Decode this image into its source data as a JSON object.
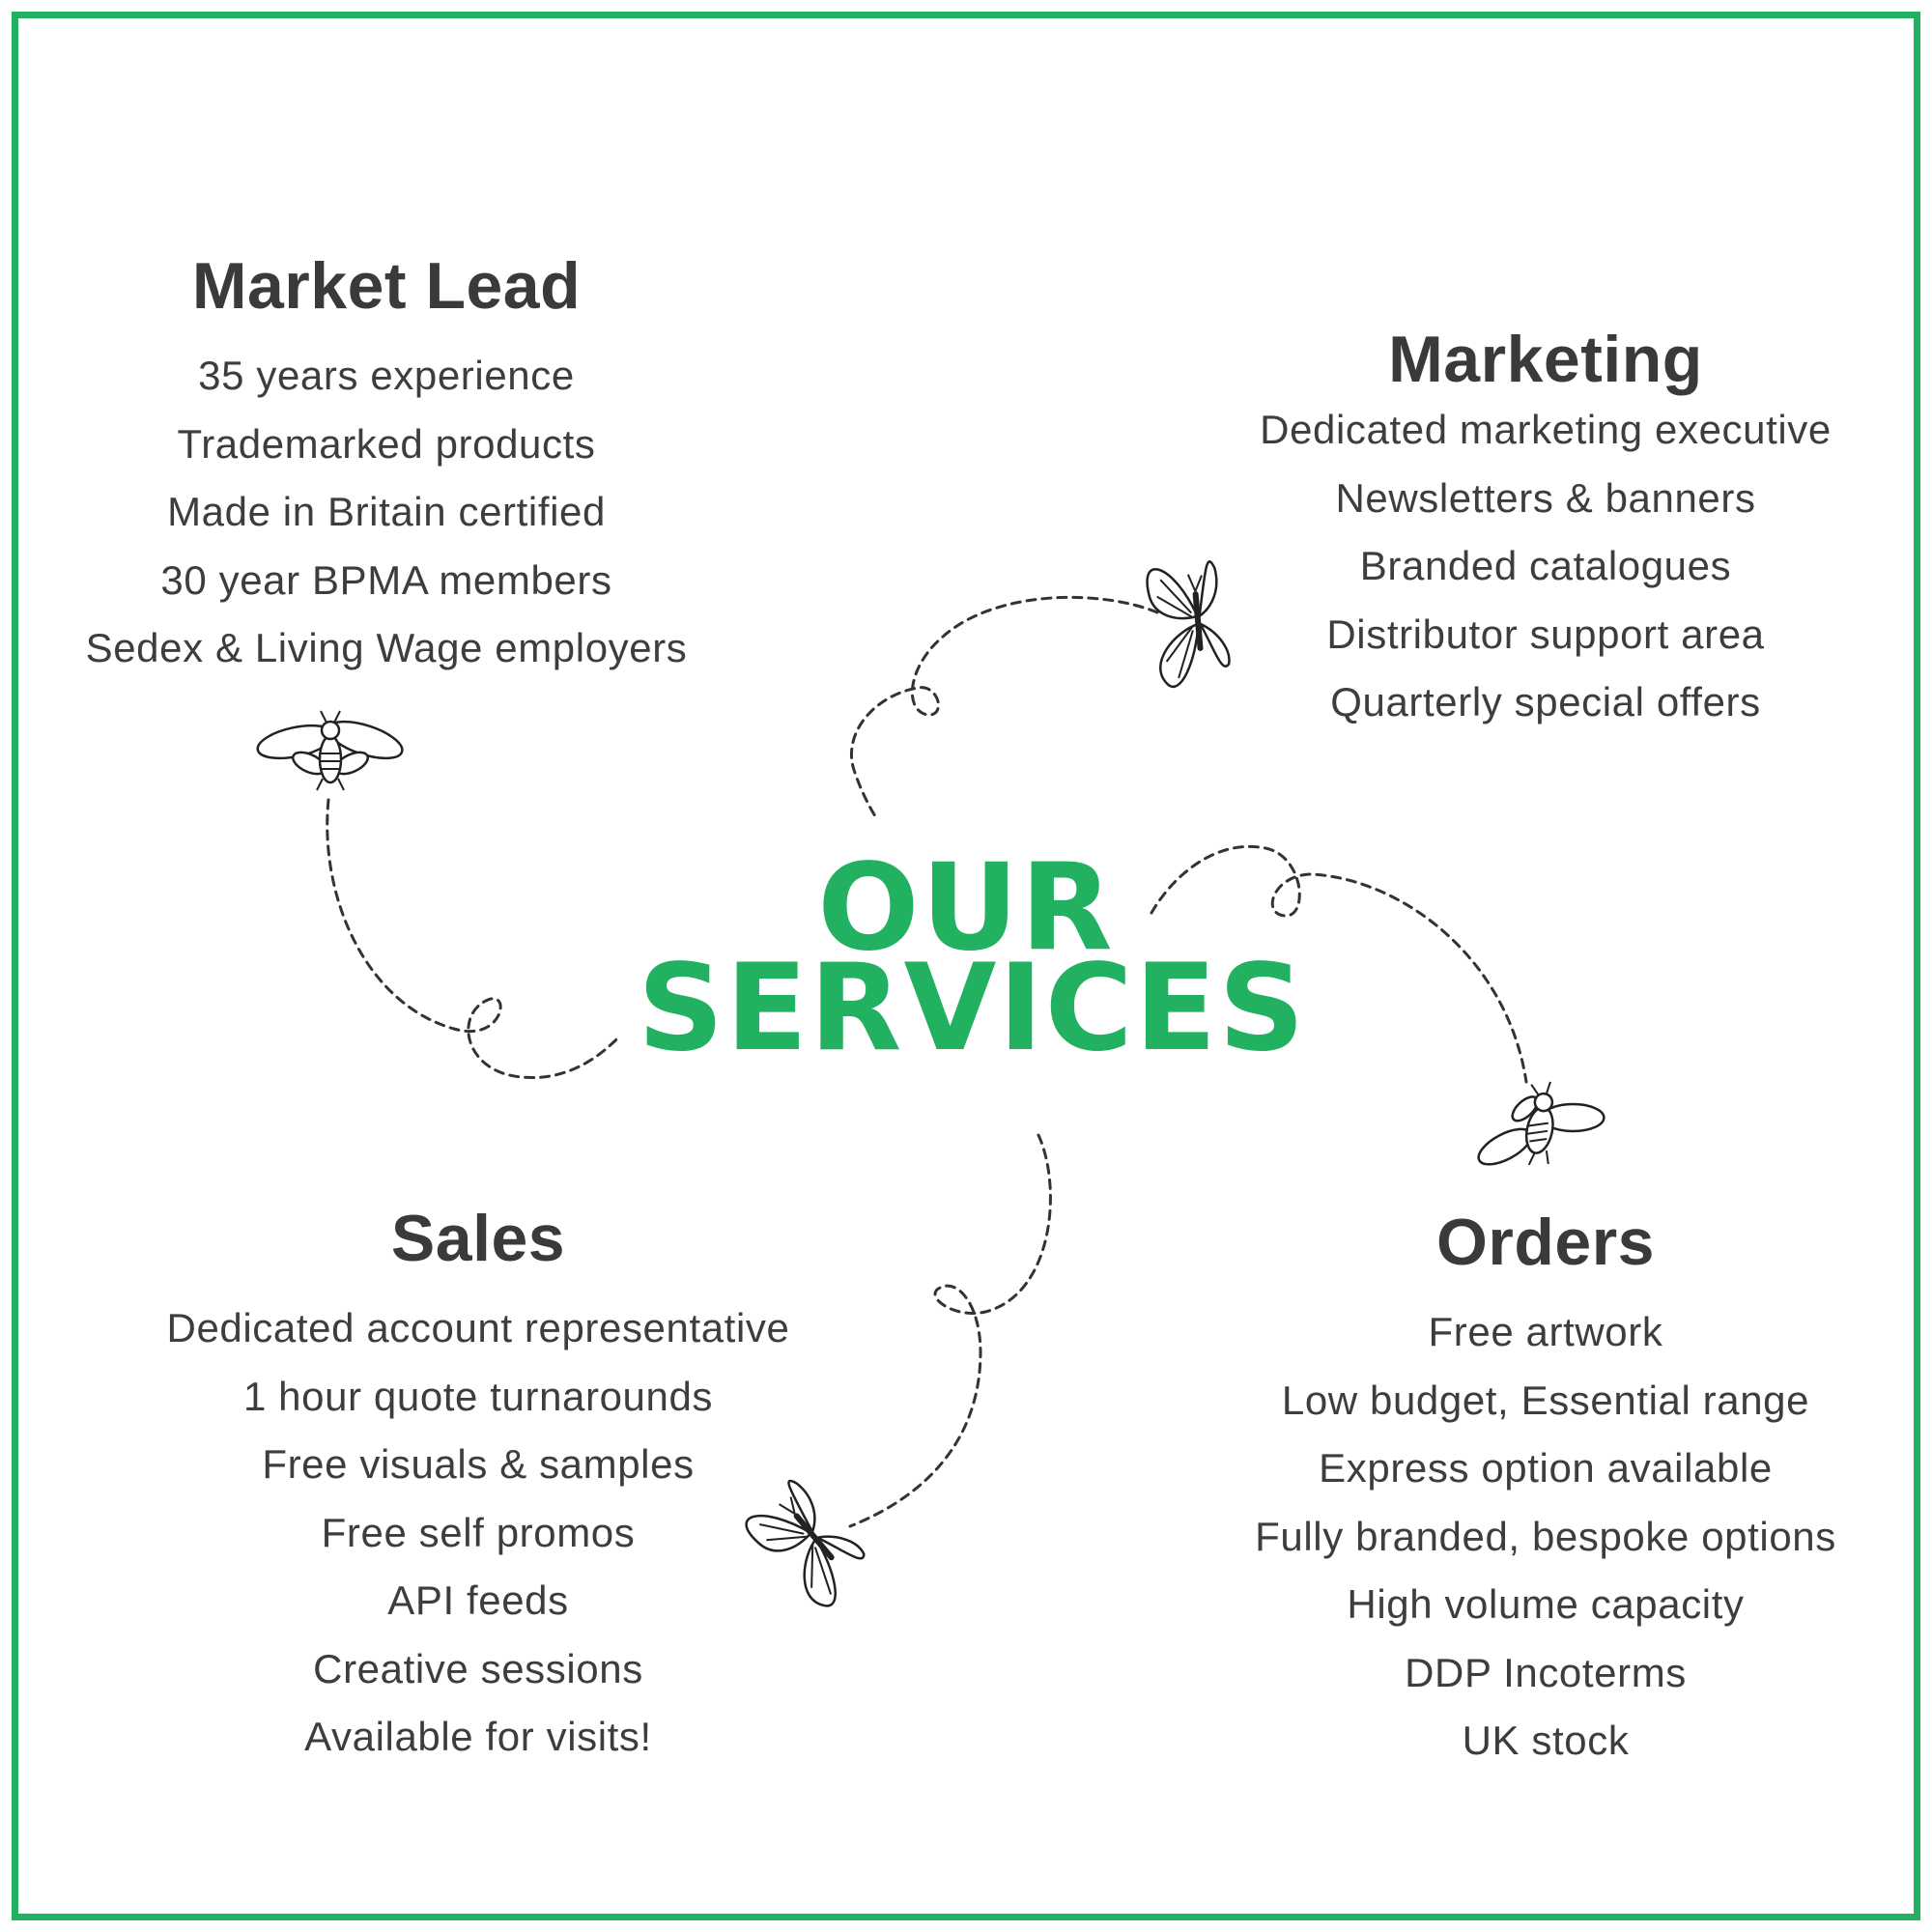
{
  "title": {
    "line1": "OUR",
    "line2": "SERVICES"
  },
  "colors": {
    "accent": "#22b160",
    "text": "#3d3d3d"
  },
  "sections": {
    "market_lead": {
      "heading": "Market Lead",
      "items": [
        "35 years experience",
        "Trademarked products",
        "Made in Britain certified",
        "30 year BPMA members",
        "Sedex & Living Wage employers"
      ]
    },
    "marketing": {
      "heading": "Marketing",
      "items": [
        "Dedicated marketing executive",
        "Newsletters & banners",
        "Branded catalogues",
        "Distributor support area",
        "Quarterly special offers"
      ]
    },
    "sales": {
      "heading": "Sales",
      "items": [
        "Dedicated account representative",
        "1 hour quote turnarounds",
        "Free visuals & samples",
        "Free self promos",
        "API feeds",
        "Creative sessions",
        "Available for visits!"
      ]
    },
    "orders": {
      "heading": "Orders",
      "items": [
        "Free artwork",
        "Low budget, Essential range",
        "Express option available",
        "Fully branded, bespoke options",
        "High volume capacity",
        "DDP Incoterms",
        "UK stock"
      ]
    }
  },
  "decorations": [
    "bee-icon",
    "butterfly-icon",
    "bee-icon",
    "butterfly-icon"
  ]
}
